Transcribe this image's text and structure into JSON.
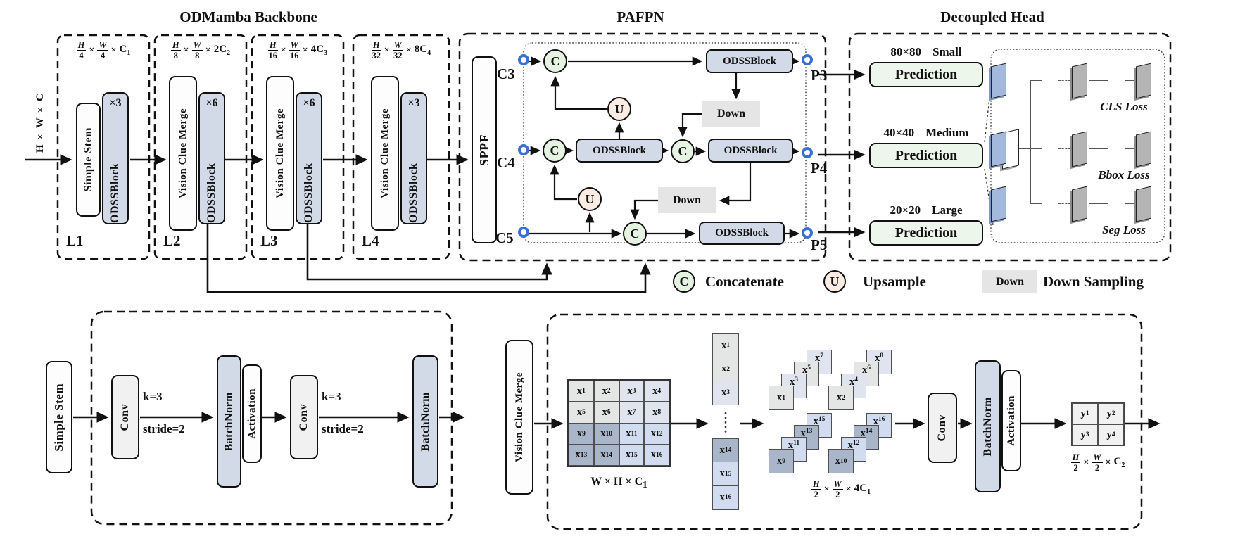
{
  "sym": {
    "times": "×"
  },
  "titles": {
    "backbone": "ODMamba Backbone",
    "pafpn": "PAFPN",
    "head": "Decoupled Head"
  },
  "input_label": "H × W × C",
  "backbone": {
    "stages": [
      {
        "name": "L1",
        "merge": "Simple Stem",
        "block": "ODSSBlock",
        "mult": "×3",
        "formula": {
          "n1": "H",
          "d1": "4",
          "n2": "W",
          "d2": "4",
          "coef": "",
          "out": "C",
          "sub": "1"
        }
      },
      {
        "name": "L2",
        "merge": "Vision Clue Merge",
        "block": "ODSSBlock",
        "mult": "×6",
        "formula": {
          "n1": "H",
          "d1": "8",
          "n2": "W",
          "d2": "8",
          "coef": "2",
          "out": "C",
          "sub": "2"
        }
      },
      {
        "name": "L3",
        "merge": "Vision Clue Merge",
        "block": "ODSSBlock",
        "mult": "×6",
        "formula": {
          "n1": "H",
          "d1": "16",
          "n2": "W",
          "d2": "16",
          "coef": "4",
          "out": "C",
          "sub": "3"
        }
      },
      {
        "name": "L4",
        "merge": "Vision Clue Merge",
        "block": "ODSSBlock",
        "mult": "×3",
        "formula": {
          "n1": "H",
          "d1": "32",
          "n2": "W",
          "d2": "32",
          "coef": "8",
          "out": "C",
          "sub": "4"
        }
      }
    ]
  },
  "pafpn": {
    "sppf": "SPPF",
    "inputs": [
      "C3",
      "C4",
      "C5"
    ],
    "outputs": [
      "P3",
      "P4",
      "P5"
    ],
    "odss": "ODSSBlock",
    "down": "Down",
    "concat": "C",
    "upsample": "U"
  },
  "head": {
    "pred": "Prediction",
    "rows": [
      {
        "size": "80×80",
        "scale": "Small"
      },
      {
        "size": "40×40",
        "scale": "Medium"
      },
      {
        "size": "20×20",
        "scale": "Large"
      }
    ],
    "loss_rows": [
      "CLS Loss",
      "Bbox Loss",
      "Seg Loss"
    ]
  },
  "legend": {
    "concat_symbol": "C",
    "concat_label": "Concatenate",
    "up_symbol": "U",
    "up_label": "Upsample",
    "down_symbol": "Down",
    "down_label": "Down Sampling"
  },
  "stem_detail": {
    "title": "Simple Stem",
    "conv": "Conv",
    "k": "k=3",
    "stride": "stride=2",
    "bn": "BatchNorm",
    "act": "Activation"
  },
  "merge_detail": {
    "title": "Vision Clue Merge",
    "matrix_cells": [
      {
        "b": "x",
        "s": "1",
        "tone": "g"
      },
      {
        "b": "x",
        "s": "2",
        "tone": "g"
      },
      {
        "b": "x",
        "s": "3",
        "tone": "gb"
      },
      {
        "b": "x",
        "s": "4",
        "tone": "gb"
      },
      {
        "b": "x",
        "s": "5",
        "tone": "g"
      },
      {
        "b": "x",
        "s": "6",
        "tone": "g"
      },
      {
        "b": "x",
        "s": "7",
        "tone": "gb"
      },
      {
        "b": "x",
        "s": "8",
        "tone": "gb"
      },
      {
        "b": "x",
        "s": "9",
        "tone": "d"
      },
      {
        "b": "x",
        "s": "10",
        "tone": "d"
      },
      {
        "b": "x",
        "s": "11",
        "tone": "b"
      },
      {
        "b": "x",
        "s": "12",
        "tone": "b"
      },
      {
        "b": "x",
        "s": "13",
        "tone": "d"
      },
      {
        "b": "x",
        "s": "14",
        "tone": "d"
      },
      {
        "b": "x",
        "s": "15",
        "tone": "b"
      },
      {
        "b": "x",
        "s": "16",
        "tone": "b"
      }
    ],
    "matrix_label": {
      "body": "W × H × C",
      "sub": "1"
    },
    "col_top": [
      {
        "b": "x",
        "s": "1",
        "tone": "g"
      },
      {
        "b": "x",
        "s": "2",
        "tone": "g"
      },
      {
        "b": "x",
        "s": "3",
        "tone": "gb"
      }
    ],
    "col_bottom": [
      {
        "b": "x",
        "s": "14",
        "tone": "d"
      },
      {
        "b": "x",
        "s": "15",
        "tone": "b"
      },
      {
        "b": "x",
        "s": "16",
        "tone": "b"
      }
    ],
    "stacks": {
      "a": [
        {
          "b": "x",
          "s": "7",
          "tone": "gb"
        },
        {
          "b": "x",
          "s": "5",
          "tone": "g"
        },
        {
          "b": "x",
          "s": "3",
          "tone": "gb"
        },
        {
          "b": "x",
          "s": "1",
          "tone": "g"
        }
      ],
      "b": [
        {
          "b": "x",
          "s": "8",
          "tone": "gb"
        },
        {
          "b": "x",
          "s": "6",
          "tone": "g"
        },
        {
          "b": "x",
          "s": "4",
          "tone": "gb"
        },
        {
          "b": "x",
          "s": "2",
          "tone": "g"
        }
      ],
      "c": [
        {
          "b": "x",
          "s": "15",
          "tone": "b"
        },
        {
          "b": "x",
          "s": "13",
          "tone": "d"
        },
        {
          "b": "x",
          "s": "11",
          "tone": "b"
        },
        {
          "b": "x",
          "s": "9",
          "tone": "d"
        }
      ],
      "d": [
        {
          "b": "x",
          "s": "16",
          "tone": "b"
        },
        {
          "b": "x",
          "s": "14",
          "tone": "d"
        },
        {
          "b": "x",
          "s": "12",
          "tone": "b"
        },
        {
          "b": "x",
          "s": "10",
          "tone": "d"
        }
      ]
    },
    "stacks_label": {
      "n1": "H",
      "d1": "2",
      "n2": "W",
      "d2": "2",
      "coef": "4",
      "out": "C",
      "sub": "1"
    },
    "conv": "Conv",
    "bn": "BatchNorm",
    "act": "Activation",
    "y_cells": [
      {
        "b": "y",
        "s": "1"
      },
      {
        "b": "y",
        "s": "2"
      },
      {
        "b": "y",
        "s": "3"
      },
      {
        "b": "y",
        "s": "4"
      }
    ],
    "out_label": {
      "n1": "H",
      "d1": "2",
      "n2": "W",
      "d2": "2",
      "coef": "",
      "out": "C",
      "sub": "2"
    }
  }
}
